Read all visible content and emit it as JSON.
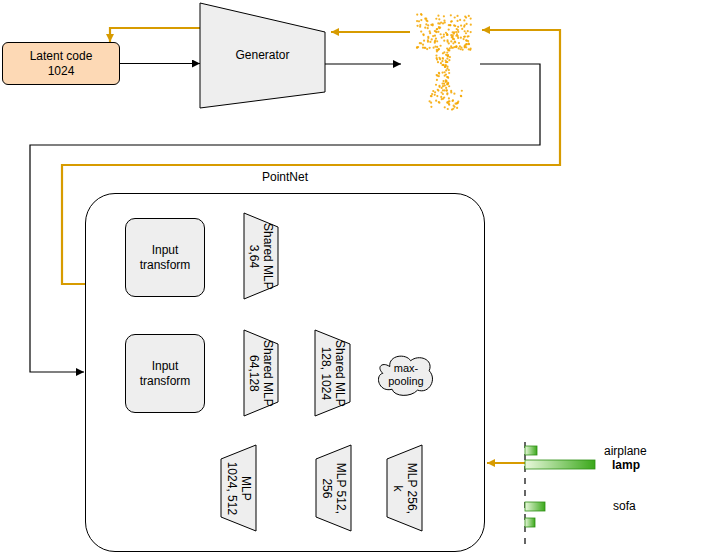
{
  "diagram": {
    "nodes": [
      {
        "text": [
          "Latent code 1024"
        ]
      },
      {
        "text": [
          "Generator"
        ]
      },
      {
        "text": [
          "PointNet"
        ]
      },
      {
        "text": [
          "Input transform"
        ],
        "in": 2
      },
      {
        "text": [
          "Shared MLP 3,64"
        ],
        "in": 2
      },
      {
        "text": [
          "Input transform"
        ],
        "in": 2
      },
      {
        "text": [
          "Shared MLP 64,128"
        ],
        "in": 2
      },
      {
        "text": [
          "Shared MLP 128, 1024"
        ],
        "in": 2
      },
      {
        "text": [
          "max-pooling"
        ],
        "in": 2
      },
      {
        "text": [
          "MLP 1024, 512"
        ],
        "in": 2
      },
      {
        "text": [
          "MLP 512, 256"
        ],
        "in": 2
      },
      {
        "text": [
          "MLP 256, k"
        ],
        "in": 2
      }
    ],
    "edges": [
      {
        "from": 0,
        "to": 1,
        "arrow": "to"
      },
      {
        "from": 1,
        "to": 0,
        "arrow": "to"
      },
      {
        "from": 3,
        "to": 4,
        "arrow": "to"
      },
      {
        "from": 4,
        "to": 5,
        "arrow": "to"
      },
      {
        "from": 5,
        "to": 6,
        "arrow": "to"
      },
      {
        "from": 6,
        "to": 7,
        "arrow": "to"
      },
      {
        "from": 7,
        "to": 8,
        "arrow": "to"
      },
      {
        "from": 8,
        "to": 9,
        "arrow": "to"
      },
      {
        "from": 9,
        "to": 10,
        "arrow": "to"
      },
      {
        "from": 10,
        "to": 11,
        "arrow": "to"
      }
    ],
    "labels": [
      "airplane",
      "lamp",
      "sofa"
    ]
  }
}
